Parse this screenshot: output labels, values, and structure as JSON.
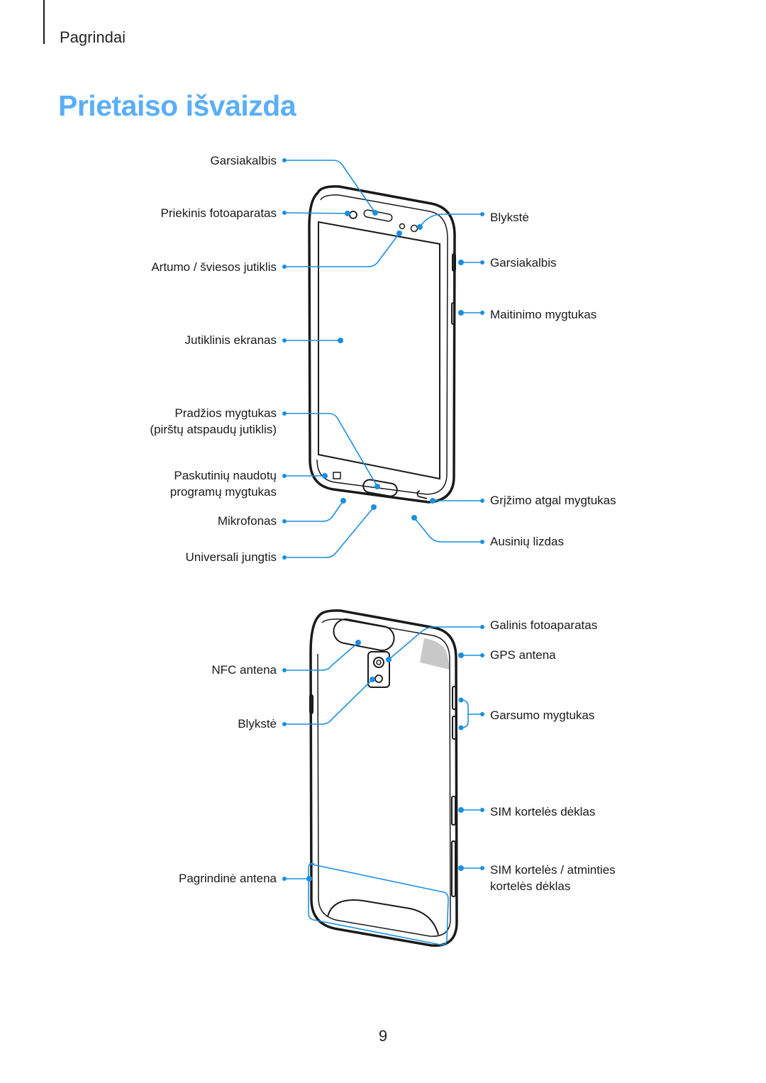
{
  "header": {
    "section": "Pagrindai"
  },
  "title": "Prietaiso išvaizda",
  "front": {
    "labels_left": {
      "speaker": "Garsiakalbis",
      "front_camera": "Priekinis fotoaparatas",
      "proximity_sensor": "Artumo / šviesos jutiklis",
      "touchscreen": "Jutiklinis ekranas",
      "home_button_1": "Pradžios mygtukas",
      "home_button_2": "(pirštų atspaudų jutiklis)",
      "recents_1": "Paskutinių naudotų",
      "recents_2": "programų mygtukas",
      "microphone": "Mikrofonas",
      "usb_port": "Universali jungtis"
    },
    "labels_right": {
      "flash": "Blykstė",
      "speaker": "Garsiakalbis",
      "power": "Maitinimo mygtukas",
      "back": "Grįžimo atgal mygtukas",
      "headset": "Ausinių lizdas"
    }
  },
  "back": {
    "labels_left": {
      "nfc": "NFC antena",
      "flash": "Blykstė",
      "main_antenna": "Pagrindinė antena"
    },
    "labels_right": {
      "rear_camera": "Galinis fotoaparatas",
      "gps": "GPS antena",
      "volume": "Garsumo mygtukas",
      "sim_tray": "SIM kortelės dėklas",
      "sim_memory_1": "SIM kortelės / atminties",
      "sim_memory_2": "kortelės dėklas"
    }
  },
  "colors": {
    "title": "#5aaef7",
    "callout": "#1a8fe0",
    "phone": "#1a1a1a",
    "gps_shade": "#c8c8c8"
  },
  "page_number": "9"
}
